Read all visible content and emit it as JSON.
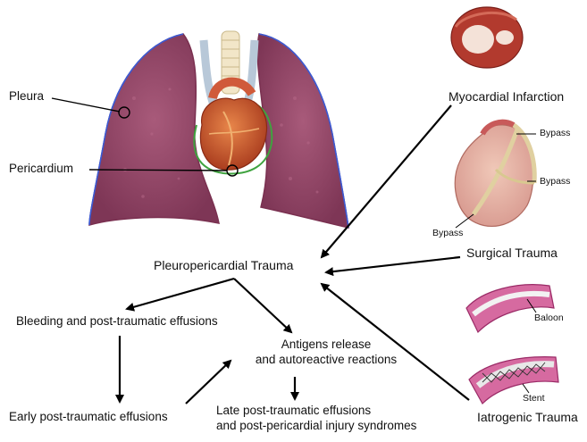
{
  "anatomy": {
    "pleura": "Pleura",
    "pericardium": "Pericardium"
  },
  "causes": {
    "myocardial_infarction": "Myocardial Infarction",
    "surgical_trauma": "Surgical Trauma",
    "iatrogenic_trauma": "Iatrogenic Trauma",
    "bypass_labels": [
      "Bypass",
      "Bypass",
      "Bypass"
    ],
    "baloon": "Baloon",
    "stent": "Stent"
  },
  "flow": {
    "center": "Pleuropericardial Trauma",
    "bleeding": "Bleeding and post-traumatic effusions",
    "antigens_line1": "Antigens release",
    "antigens_line2": "and autoreactive reactions",
    "early": "Early post-traumatic effusions",
    "late_line1": "Late post-traumatic effusions",
    "late_line2": "and post-pericardial injury syndromes"
  },
  "colors": {
    "lung": "#9a4a6a",
    "lung_edge": "#7a3050",
    "heart": "#c8532a",
    "vessel": "#b8c8d8",
    "pleura_line": "#3b5bd6",
    "pericardium_line": "#3fa33f",
    "myocardium": "#b23a2e",
    "vessel_wall": "#d04a8a"
  }
}
